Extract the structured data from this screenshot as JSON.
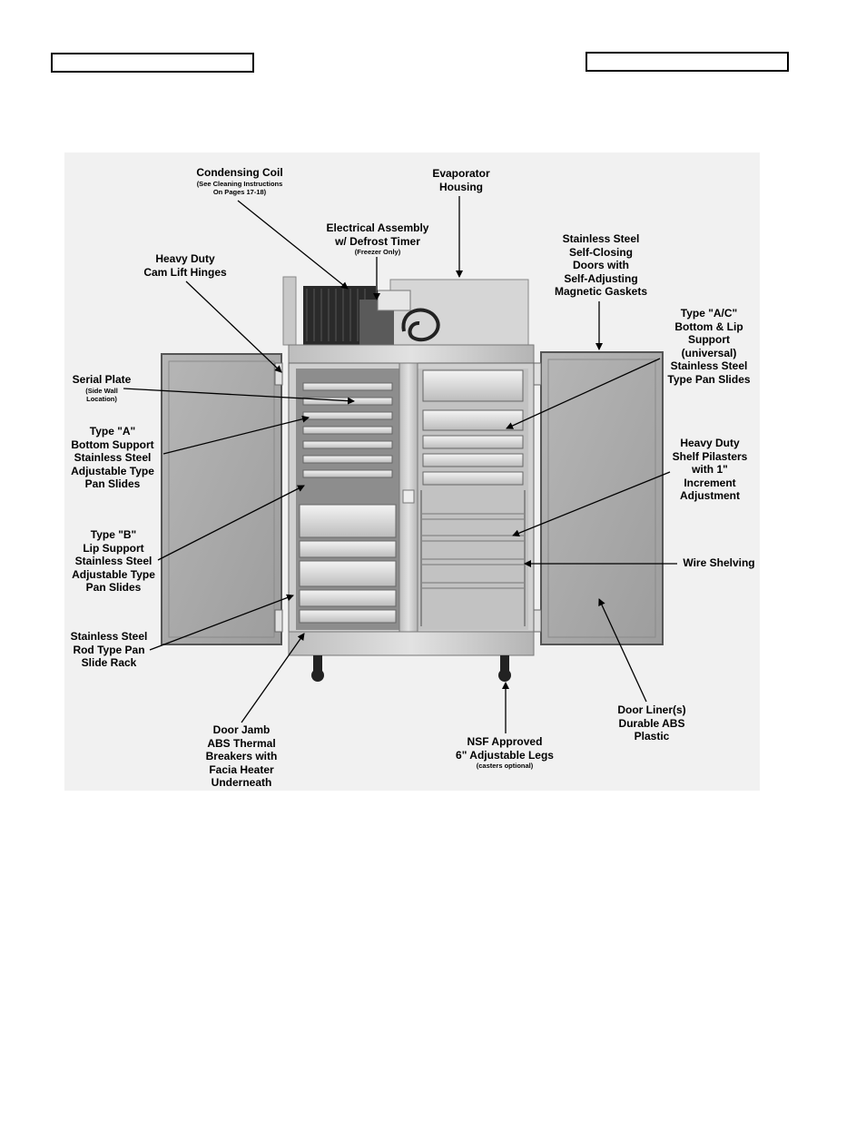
{
  "header": {
    "left_box_text": "",
    "right_box_text": ""
  },
  "labels": {
    "condensing_coil": {
      "title": "Condensing Coil",
      "sub": [
        "(See Cleaning Instructions",
        "On Pages 17-18)"
      ]
    },
    "evaporator": [
      "Evaporator",
      "Housing"
    ],
    "electrical": {
      "lines": [
        "Electrical Assembly",
        "w/ Defrost Timer"
      ],
      "sub": "(Freezer Only)"
    },
    "hinges": [
      "Heavy Duty",
      "Cam Lift Hinges"
    ],
    "doors": [
      "Stainless Steel",
      "Self-Closing",
      "Doors with",
      "Self-Adjusting",
      "Magnetic Gaskets"
    ],
    "serial_plate": {
      "title": "Serial Plate",
      "sub": [
        "(Side Wall",
        "Location)"
      ]
    },
    "type_ac": [
      "Type \"A/C\"",
      "Bottom & Lip",
      "Support",
      "(universal)",
      "Stainless Steel",
      "Type Pan Slides"
    ],
    "type_a": [
      "Type \"A\"",
      "Bottom Support",
      "Stainless Steel",
      "Adjustable Type",
      "Pan Slides"
    ],
    "pilasters": [
      "Heavy Duty",
      "Shelf Pilasters",
      "with 1\"",
      "Increment",
      "Adjustment"
    ],
    "type_b": [
      "Type \"B\"",
      "Lip Support",
      "Stainless Steel",
      "Adjustable Type",
      "Pan Slides"
    ],
    "wire_shelving": "Wire Shelving",
    "rod_rack": [
      "Stainless Steel",
      "Rod Type Pan",
      "Slide Rack"
    ],
    "door_liner": [
      "Door Liner(s)",
      "Durable ABS",
      "Plastic"
    ],
    "door_jamb": [
      "Door Jamb",
      "ABS Thermal",
      "Breakers with",
      "Facia Heater",
      "Underneath"
    ],
    "legs": {
      "lines": [
        "NSF Approved",
        "6\" Adjustable Legs"
      ],
      "sub": "(casters optional)"
    }
  }
}
